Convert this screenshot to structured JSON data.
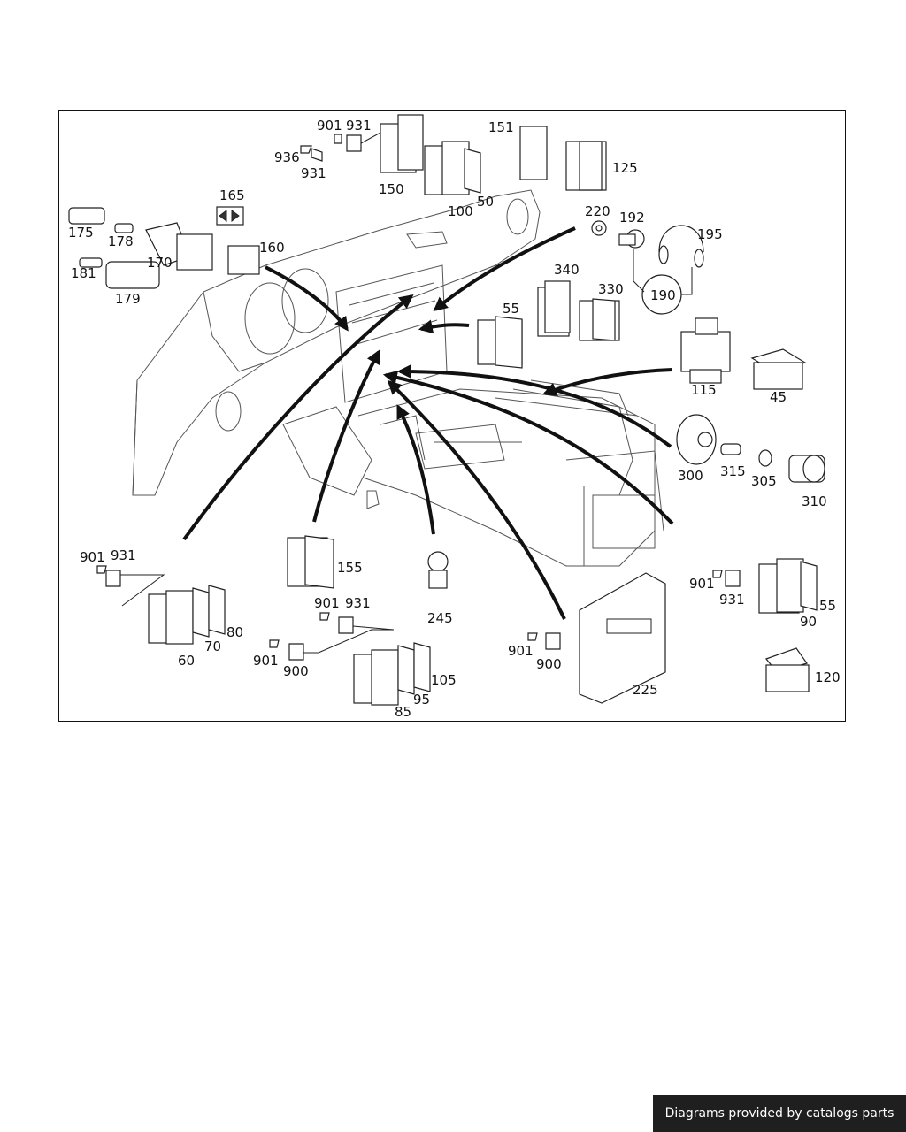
{
  "footer": {
    "credit": "Diagrams provided by catalogs parts"
  },
  "labels": {
    "p901a": "901",
    "p931a": "931",
    "p936": "936",
    "p931b": "931",
    "p150": "150",
    "p151": "151",
    "p125": "125",
    "p100": "100",
    "p50": "50",
    "p165": "165",
    "p175": "175",
    "p178": "178",
    "p170": "170",
    "p160": "160",
    "p181": "181",
    "p179": "179",
    "p220": "220",
    "p192": "192",
    "p195": "195",
    "p190": "190",
    "p340": "340",
    "p330": "330",
    "p55a": "55",
    "p115": "115",
    "p45": "45",
    "p300": "300",
    "p315": "315",
    "p305": "305",
    "p310": "310",
    "p901b": "901",
    "p931c": "931",
    "p60": "60",
    "p70": "70",
    "p80": "80",
    "p155": "155",
    "p901c": "901",
    "p931d": "931",
    "p245": "245",
    "p901d": "901",
    "p900a": "900",
    "p105": "105",
    "p95": "95",
    "p85": "85",
    "p901e": "901",
    "p900b": "900",
    "p225": "225",
    "p901f": "901",
    "p931e": "931",
    "p55b": "55",
    "p90": "90",
    "p120": "120"
  }
}
